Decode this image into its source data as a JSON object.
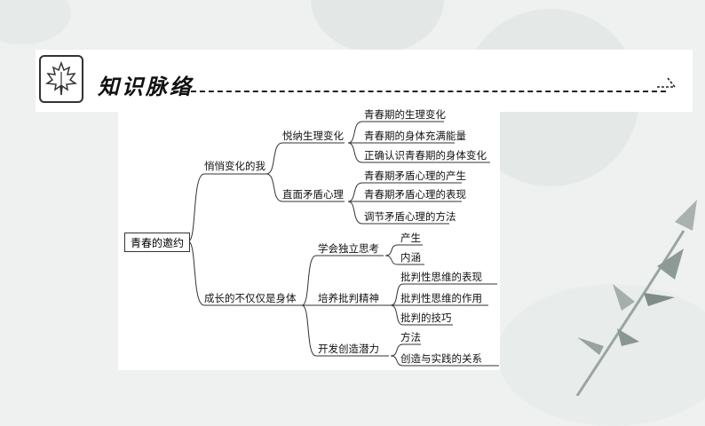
{
  "header": {
    "title": "知识脉络"
  },
  "mindmap": {
    "root": "青春的邀约",
    "branches": [
      {
        "label": "悄悄变化的我",
        "children": [
          {
            "label": "悦纳生理变化",
            "children": [
              "青春期的生理变化",
              "青春期的身体充满能量",
              "正确认识青春期的身体变化"
            ]
          },
          {
            "label": "直面矛盾心理",
            "children": [
              "青春期矛盾心理的产生",
              "青春期矛盾心理的表现",
              "调节矛盾心理的方法"
            ]
          }
        ]
      },
      {
        "label": "成长的不仅仅是身体",
        "children": [
          {
            "label": "学会独立思考",
            "children": [
              "产生",
              "内涵"
            ]
          },
          {
            "label": "培养批判精神",
            "children": [
              "批判性思维的表现",
              "批判性思维的作用",
              "批判的技巧"
            ]
          },
          {
            "label": "开发创造潜力",
            "children": [
              "方法",
              "创造与实践的关系"
            ]
          }
        ]
      }
    ]
  }
}
